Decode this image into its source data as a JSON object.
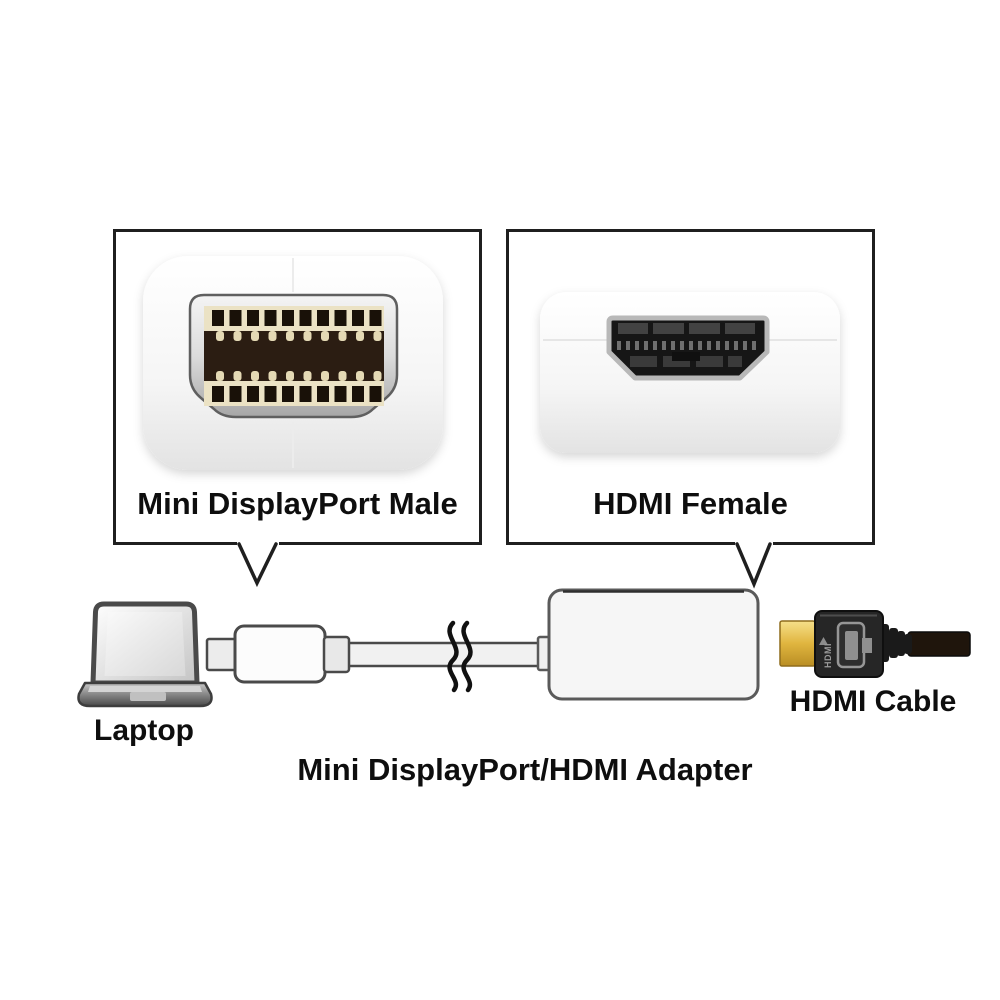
{
  "callouts": [
    {
      "label": "Mini DisplayPort Male"
    },
    {
      "label": "HDMI Female"
    }
  ],
  "labels": {
    "laptop": "Laptop",
    "hdmi_cable": "HDMI Cable",
    "adapter": "Mini DisplayPort/HDMI Adapter",
    "hdmi_plug_text": "HDMI"
  },
  "icons": {
    "mini-displayport-male-face-icon": "svg-shape",
    "hdmi-female-face-icon": "svg-shape",
    "left-callout-pointer-icon": "svg-shape",
    "right-callout-pointer-icon": "svg-shape",
    "laptop-icon": "svg-shape",
    "mini-displayport-plug-icon": "svg-shape",
    "cable-break-icon": "svg-shape",
    "adapter-body-icon": "svg-shape",
    "hdmi-plug-icon": "svg-shape"
  },
  "colors": {
    "background": "#ffffff",
    "box_border": "#1f1f1f",
    "label_text": "#0e0e0e",
    "line_art_stroke": "#4a4a4a",
    "connector_cream": "#ebe2c4",
    "hdmi_plug_gold": "#e6bc4e",
    "plug_body_black": "#262626",
    "cable_brown_black": "#1f150c",
    "metal_silver": "#b8b8b8"
  }
}
